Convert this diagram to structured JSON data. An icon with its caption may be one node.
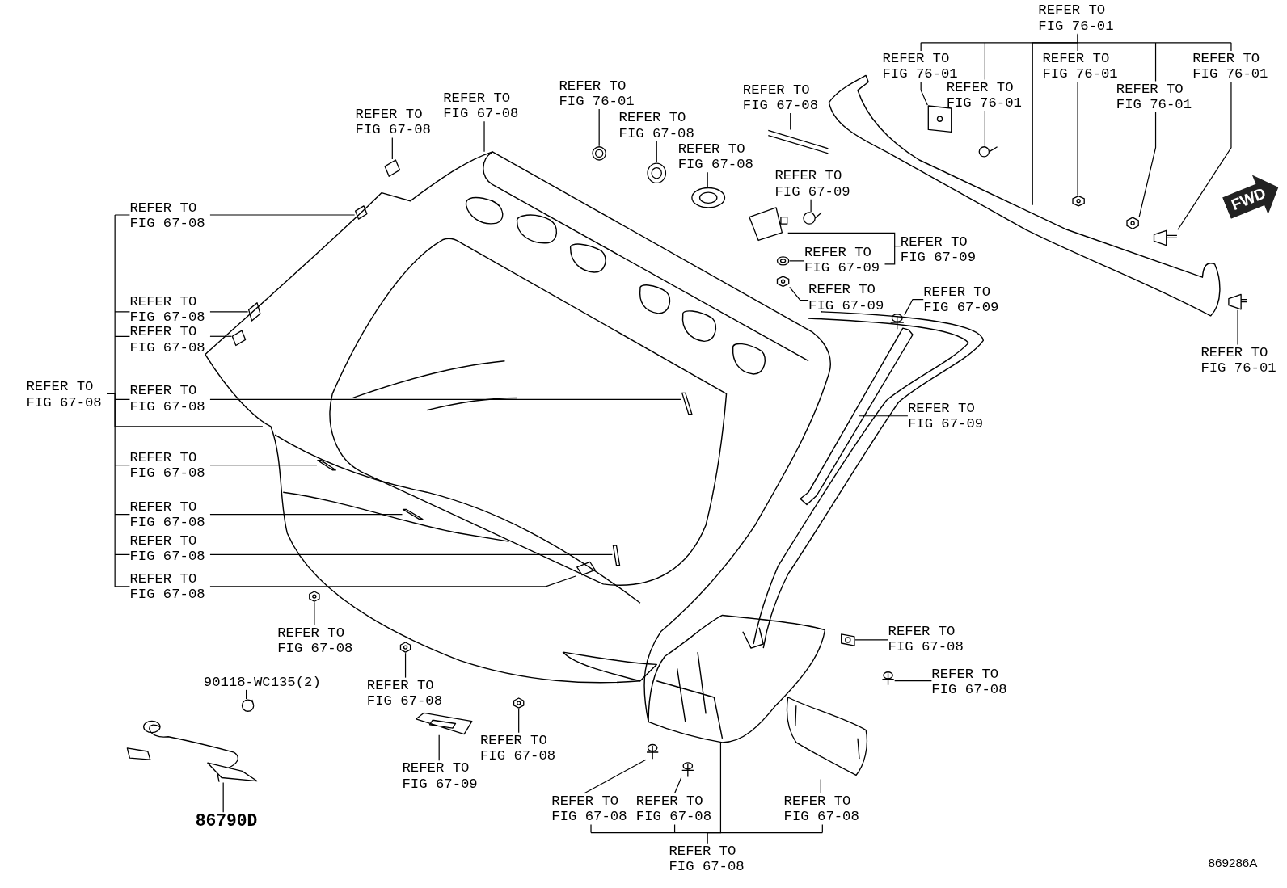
{
  "diagram": {
    "nodes": [
      {
        "text": [
          "REFER TO FIG 76-01"
        ]
      },
      {
        "text": [
          "REFER TO FIG 76-01"
        ]
      },
      {
        "text": [
          "REFER TO FIG 76-01"
        ]
      },
      {
        "text": [
          "REFER TO FIG 76-01"
        ]
      },
      {
        "text": [
          "REFER TO FIG 76-01"
        ]
      },
      {
        "text": [
          "REFER TO FIG 76-01"
        ]
      },
      {
        "text": [
          "REFER TO FIG 76-01"
        ]
      },
      {
        "text": [
          "REFER TO FIG 76-01"
        ]
      },
      {
        "text": [
          "REFER TO FIG 67-08"
        ]
      },
      {
        "text": [
          "REFER TO FIG 67-08"
        ]
      },
      {
        "text": [
          "REFER TO FIG 67-08"
        ]
      },
      {
        "text": [
          "REFER TO FIG 67-08"
        ]
      },
      {
        "text": [
          "REFER TO FIG 67-08"
        ]
      },
      {
        "text": [
          "REFER TO FIG 67-09"
        ]
      },
      {
        "text": [
          "REFER TO FIG 67-08"
        ]
      },
      {
        "text": [
          "REFER TO FIG 67-09"
        ]
      },
      {
        "text": [
          "REFER TO FIG 67-09"
        ]
      },
      {
        "text": [
          "REFER TO FIG 67-09"
        ]
      },
      {
        "text": [
          "REFER TO FIG 67-09"
        ]
      },
      {
        "text": [
          "REFER TO FIG 67-08"
        ]
      },
      {
        "text": [
          "REFER TO FIG 67-08"
        ]
      },
      {
        "text": [
          "REFER TO FIG 67-08"
        ]
      },
      {
        "text": [
          "REFER TO FIG 67-08"
        ]
      },
      {
        "text": [
          "REFER TO FIG 67-09"
        ]
      },
      {
        "text": [
          "REFER TO FIG 67-08"
        ]
      },
      {
        "text": [
          "REFER TO FIG 67-08"
        ]
      },
      {
        "text": [
          "REFER TO FIG 67-08"
        ]
      },
      {
        "text": [
          "REFER TO FIG 67-08"
        ]
      },
      {
        "text": [
          "REFER TO FIG 67-08"
        ]
      },
      {
        "text": [
          "REFER TO FIG 67-08"
        ]
      },
      {
        "text": [
          "REFER TO FIG 67-08"
        ]
      },
      {
        "text": [
          "REFER TO FIG 67-08"
        ]
      },
      {
        "text": [
          "90118-WC135(2)"
        ]
      },
      {
        "text": [
          "REFER TO FIG 67-08"
        ]
      },
      {
        "text": [
          "REFER TO FIG 67-09"
        ]
      },
      {
        "text": [
          "REFER TO FIG 67-08"
        ]
      },
      {
        "text": [
          "REFER TO FIG 67-08"
        ]
      },
      {
        "text": [
          "REFER TO FIG 67-08"
        ]
      },
      {
        "text": [
          "86790D"
        ]
      },
      {
        "text": [
          "REFER TO FIG 67-08"
        ]
      },
      {
        "text": [],
        "shape": "picture"
      },
      {
        "text": [],
        "shape": "picture"
      },
      {
        "text": [],
        "shape": "picture"
      },
      {
        "text": [],
        "shape": "picture"
      },
      {
        "text": [],
        "shape": "picture"
      },
      {
        "text": [],
        "shape": "picture"
      },
      {
        "text": [],
        "shape": "picture"
      },
      {
        "text": [],
        "shape": "picture"
      },
      {
        "text": [],
        "shape": "picture"
      },
      {
        "text": [],
        "shape": "picture"
      },
      {
        "text": [],
        "shape": "picture"
      },
      {
        "text": [],
        "shape": "picture"
      },
      {
        "text": [],
        "shape": "picture"
      },
      {
        "text": [],
        "shape": "picture"
      },
      {
        "text": [],
        "shape": "picture"
      },
      {
        "text": [],
        "shape": "picture"
      },
      {
        "text": [],
        "shape": "picture"
      },
      {
        "text": [],
        "shape": "picture"
      },
      {
        "text": [],
        "shape": "picture"
      },
      {
        "text": [],
        "shape": "picture"
      },
      {
        "text": [],
        "shape": "picture"
      },
      {
        "text": [],
        "shape": "picture"
      },
      {
        "text": [],
        "shape": "picture"
      },
      {
        "text": [],
        "shape": "picture"
      },
      {
        "text": [],
        "shape": "picture"
      },
      {
        "text": [],
        "shape": "picture"
      },
      {
        "text": [],
        "shape": "picture"
      },
      {
        "text": [],
        "shape": "picture"
      },
      {
        "text": [],
        "shape": "picture"
      },
      {
        "text": [],
        "shape": "picture"
      },
      {
        "text": [],
        "shape": "picture"
      },
      {
        "text": [],
        "shape": "picture"
      },
      {
        "text": [],
        "shape": "picture"
      },
      {
        "text": [],
        "shape": "picture"
      },
      {
        "text": [],
        "shape": "picture"
      }
    ],
    "edges": [
      {
        "from": 0,
        "to": null,
        "arrow": "none"
      },
      {
        "from": 1,
        "to": 40,
        "arrow": "none"
      },
      {
        "from": 2,
        "to": 41,
        "arrow": "none"
      },
      {
        "from": 3,
        "to": 42,
        "arrow": "none"
      },
      {
        "from": 4,
        "to": 43,
        "arrow": "none"
      },
      {
        "from": 5,
        "to": 44,
        "arrow": "none"
      },
      {
        "from": 6,
        "to": 45,
        "arrow": "none"
      },
      {
        "from": 7,
        "to": 46,
        "arrow": "none"
      },
      {
        "from": 8,
        "to": null,
        "arrow": "none"
      },
      {
        "from": 9,
        "to": 47,
        "arrow": "none"
      },
      {
        "from": 10,
        "to": 48,
        "arrow": "none"
      },
      {
        "from": 11,
        "to": 49,
        "arrow": "none"
      },
      {
        "from": 12,
        "to": 50,
        "arrow": "none"
      },
      {
        "from": 13,
        "to": 51,
        "arrow": "none"
      },
      {
        "from": 14,
        "to": 52,
        "arrow": "none"
      },
      {
        "from": 15,
        "to": 53,
        "arrow": "none"
      },
      {
        "from": 16,
        "to": 54,
        "arrow": "none"
      },
      {
        "from": 17,
        "to": 55,
        "arrow": "none"
      },
      {
        "from": 18,
        "to": 56,
        "arrow": "none"
      },
      {
        "from": 19,
        "to": 57,
        "arrow": "none"
      },
      {
        "from": 20,
        "to": 58,
        "arrow": "none"
      },
      {
        "from": 21,
        "to": null,
        "arrow": "none"
      },
      {
        "from": 22,
        "to": 59,
        "arrow": "none"
      },
      {
        "from": 23,
        "to": null,
        "arrow": "none"
      },
      {
        "from": 24,
        "to": 60,
        "arrow": "none"
      },
      {
        "from": 25,
        "to": 61,
        "arrow": "none"
      },
      {
        "from": 26,
        "to": 62,
        "arrow": "none"
      },
      {
        "from": 27,
        "to": 63,
        "arrow": "none"
      },
      {
        "from": 28,
        "to": 64,
        "arrow": "none"
      },
      {
        "from": 29,
        "to": 65,
        "arrow": "none"
      },
      {
        "from": 30,
        "to": 66,
        "arrow": "none"
      },
      {
        "from": 31,
        "to": 67,
        "arrow": "none"
      },
      {
        "from": 32,
        "to": 68,
        "arrow": "none"
      },
      {
        "from": 33,
        "to": 69,
        "arrow": "none"
      },
      {
        "from": 34,
        "to": 70,
        "arrow": "none"
      },
      {
        "from": 35,
        "to": 71,
        "arrow": "none"
      },
      {
        "from": 36,
        "to": 72,
        "arrow": "none"
      },
      {
        "from": 37,
        "to": 73,
        "arrow": "none"
      },
      {
        "from": 38,
        "to": 74,
        "arrow": "none"
      },
      {
        "from": 39,
        "to": null,
        "arrow": "none"
      }
    ],
    "labels": [
      "FWD",
      "869286A"
    ]
  }
}
